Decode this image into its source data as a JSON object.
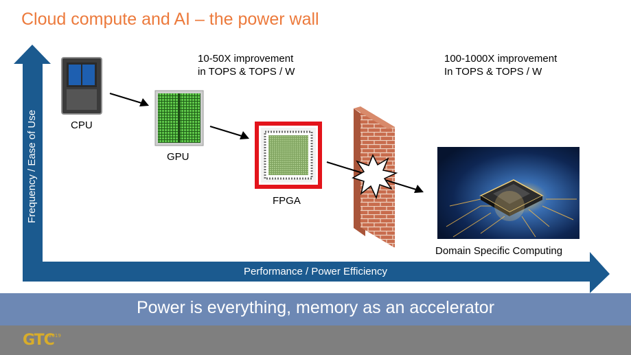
{
  "title": "Cloud compute and AI – the power wall",
  "nodes": {
    "cpu": "CPU",
    "gpu": "GPU",
    "fpga": "FPGA",
    "dsc": "Domain Specific Computing"
  },
  "notes": {
    "first_line1": "10-50X improvement",
    "first_line2": "in TOPS & TOPS / W",
    "second_line1": "100-1000X improvement",
    "second_line2": "In TOPS & TOPS / W"
  },
  "axes": {
    "x": "Performance / Power Efficiency",
    "y": "Frequency / Ease of Use"
  },
  "banner": "Power is everything, memory as an accelerator",
  "footer": {
    "logo": "GTC",
    "year": "2019"
  },
  "colors": {
    "title": "#ec7a3c",
    "axis": "#1b5a8f",
    "banner": "#6d88b4",
    "footer": "#7f7f7f",
    "fpga_border": "#e3141b",
    "wall": "#c46a4c"
  }
}
